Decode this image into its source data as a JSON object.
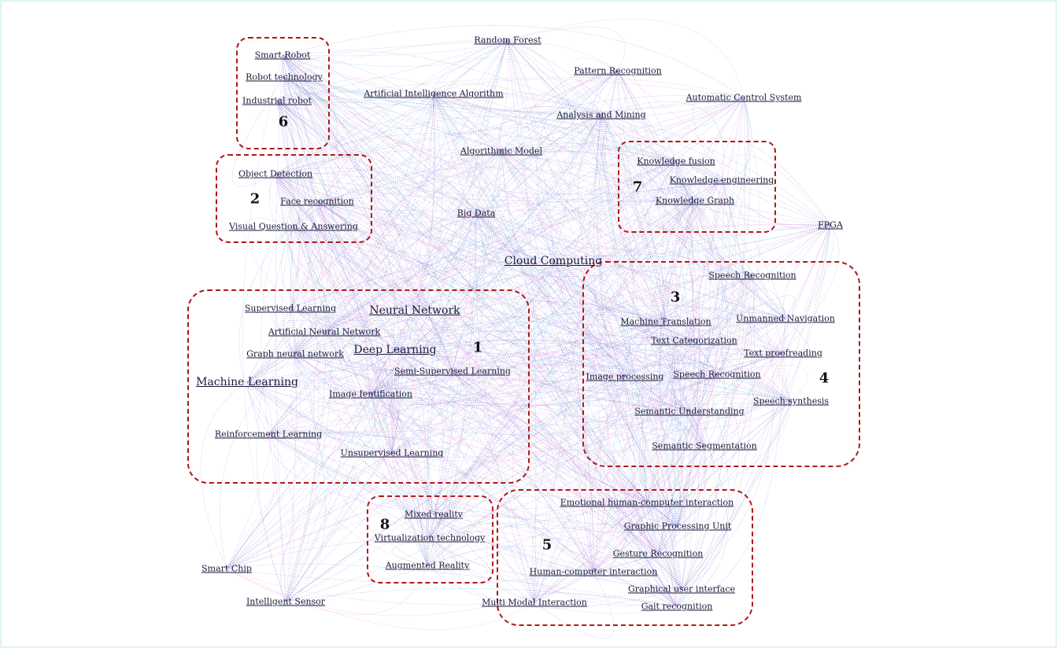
{
  "colors": {
    "edge_blue": "#5b9bd5",
    "edge_purple": "#8a74d6",
    "edge_pink": "#e07ad8",
    "cluster_border": "#b01818",
    "frame": "#dff7f1"
  },
  "nodes": {
    "smart_robot": "Smart Robot",
    "robot_technology": "Robot technology",
    "industrial_robot": "Industrial robot",
    "random_forest": "Random Forest",
    "pattern_recognition": "Pattern Recognition",
    "ai_algorithm": "Artificial Intelligence Algorithm",
    "automatic_control": "Automatic Control System",
    "analysis_mining": "Analysis and Mining",
    "algorithmic_model": "Algorithmic Model",
    "object_detection": "Object Detection",
    "face_recognition": "Face recognition",
    "vqa": "Visual Question & Answering",
    "big_data": "Big Data",
    "knowledge_fusion": "Knowledge fusion",
    "knowledge_engineering": "Knowledge engineering",
    "knowledge_graph": "Knowledge Graph",
    "fpga": "FPGA",
    "cloud_computing": "Cloud Computing",
    "speech_recognition_1": "Speech Recognition",
    "supervised_learning": "Supervised Learning",
    "neural_network": "Neural Network",
    "artificial_neural_network": "Artificial Neural Network",
    "graph_neural_network": "Graph neural network",
    "deep_learning": "Deep Learning",
    "semi_supervised": "Semi-Supervised Learning",
    "machine_learning": "Machine Learning",
    "image_identification": "Image Ientification",
    "reinforcement_learning": "Reinforcement Learning",
    "unsupervised_learning": "Unsupervised Learning",
    "machine_translation": "Machine Translation",
    "unmanned_navigation": "Unmanned Navigation",
    "text_categorization": "Text Categorization",
    "text_proofreading": "Text proofreading",
    "image_processing": "Image processing",
    "speech_recognition_2": "Speech Recognition",
    "speech_synthesis": "Speech synthesis",
    "semantic_understanding": "Semantic Understanding",
    "semantic_segmentation": "Semantic Segmentation",
    "emotional_hci": "Emotional human-computer interaction",
    "gpu": "Graphic Processing Unit",
    "mixed_reality": "Mixed reality",
    "virtualization": "Virtualization technology",
    "augmented_reality": "Augmented Reality",
    "gesture_recognition": "Gesture Recognition",
    "hci": "Human-computer interaction",
    "gui": "Graphical user interface",
    "gait_recognition": "Gait recognition",
    "smart_chip": "Smart Chip",
    "intelligent_sensor": "Intelligent Sensor",
    "multimodal_interaction": "Multi Modal Interaction"
  },
  "clusters": {
    "c1": "1",
    "c2": "2",
    "c3": "3",
    "c4": "4",
    "c5": "5",
    "c6": "6",
    "c7": "7",
    "c8": "8"
  }
}
